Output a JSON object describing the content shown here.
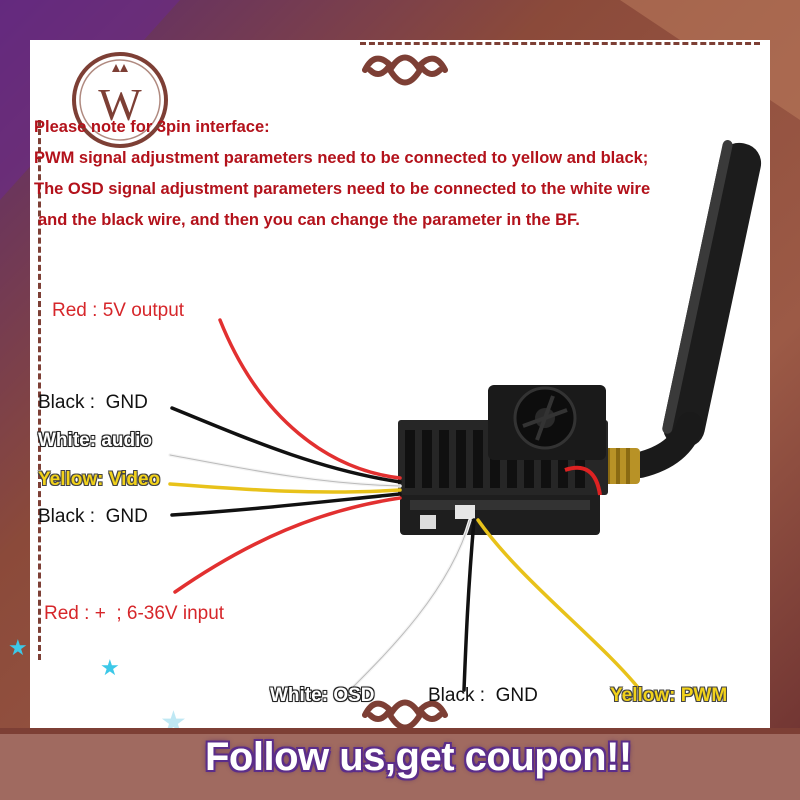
{
  "note": {
    "line1": "Please note for 3pin interface:",
    "line2": "PWM signal adjustment parameters need to be connected to yellow and black;",
    "line3": "The OSD signal adjustment parameters need to be connected to the white wire",
    "line4": "and the black wire, and then you can change the parameter in the BF."
  },
  "labels": {
    "red_out": "Red : 5V output",
    "black_gnd_1": "Black :  GND",
    "white_audio": "White: audio",
    "yellow_video": "Yellow: Video",
    "black_gnd_2": "Black :  GND",
    "red_in": "Red : +  ; 6-36V input",
    "white_osd": "White: OSD",
    "black_gnd_3": "Black :  GND",
    "yellow_pwm": "Yellow: PWM"
  },
  "logo_letter": "W",
  "banner": "Follow us,get coupon!!",
  "colors": {
    "frame": "#8a4a3c",
    "note_red": "#b3121b",
    "banner_purple": "#5b2d8a"
  }
}
